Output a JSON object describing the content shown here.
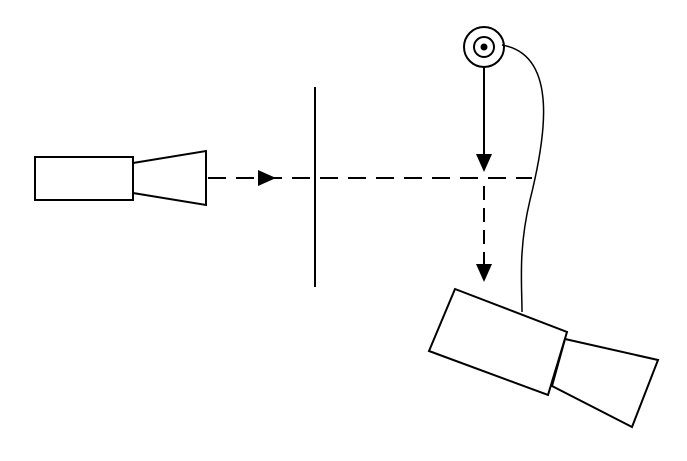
{
  "diagram": {
    "colors": {
      "stroke": "#000000",
      "background": "#ffffff"
    },
    "elements": {
      "left_camera": "camera-icon",
      "right_camera": "camera-icon",
      "light_source": "light-source-icon",
      "screen": "vertical-barrier",
      "beam_horizontal": "dashed-beam",
      "beam_down_solid": "solid-beam",
      "beam_down_dashed": "dashed-beam",
      "cable": "cable-connection"
    }
  }
}
